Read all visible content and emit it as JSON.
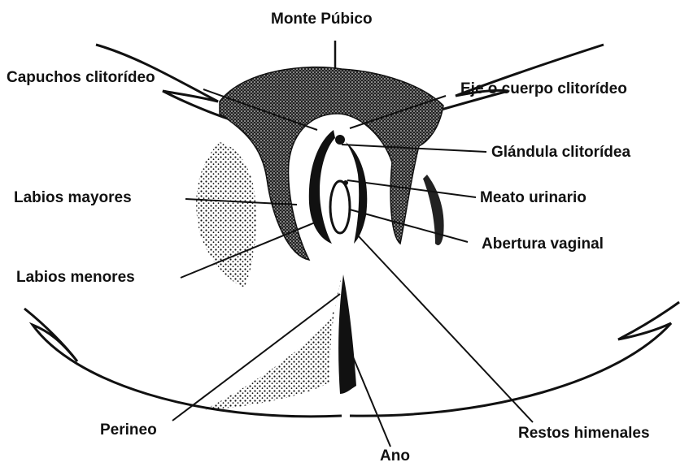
{
  "labels": {
    "monte_pubico": "Monte Púbico",
    "capuchos_clitorideo": "Capuchos clitorídeo",
    "eje_cuerpo_clitorideo": "Eje o cuerpo clitorídeo",
    "glandula_clitoridea": "Glándula clitorídea",
    "labios_mayores": "Labios mayores",
    "meato_urinario": "Meato urinario",
    "abertura_vaginal": "Abertura vaginal",
    "labios_menores": "Labios menores",
    "perineo": "Perineo",
    "ano": "Ano",
    "restos_himenales": "Restos himenales"
  },
  "colors": {
    "ink": "#111111",
    "background": "#ffffff"
  }
}
